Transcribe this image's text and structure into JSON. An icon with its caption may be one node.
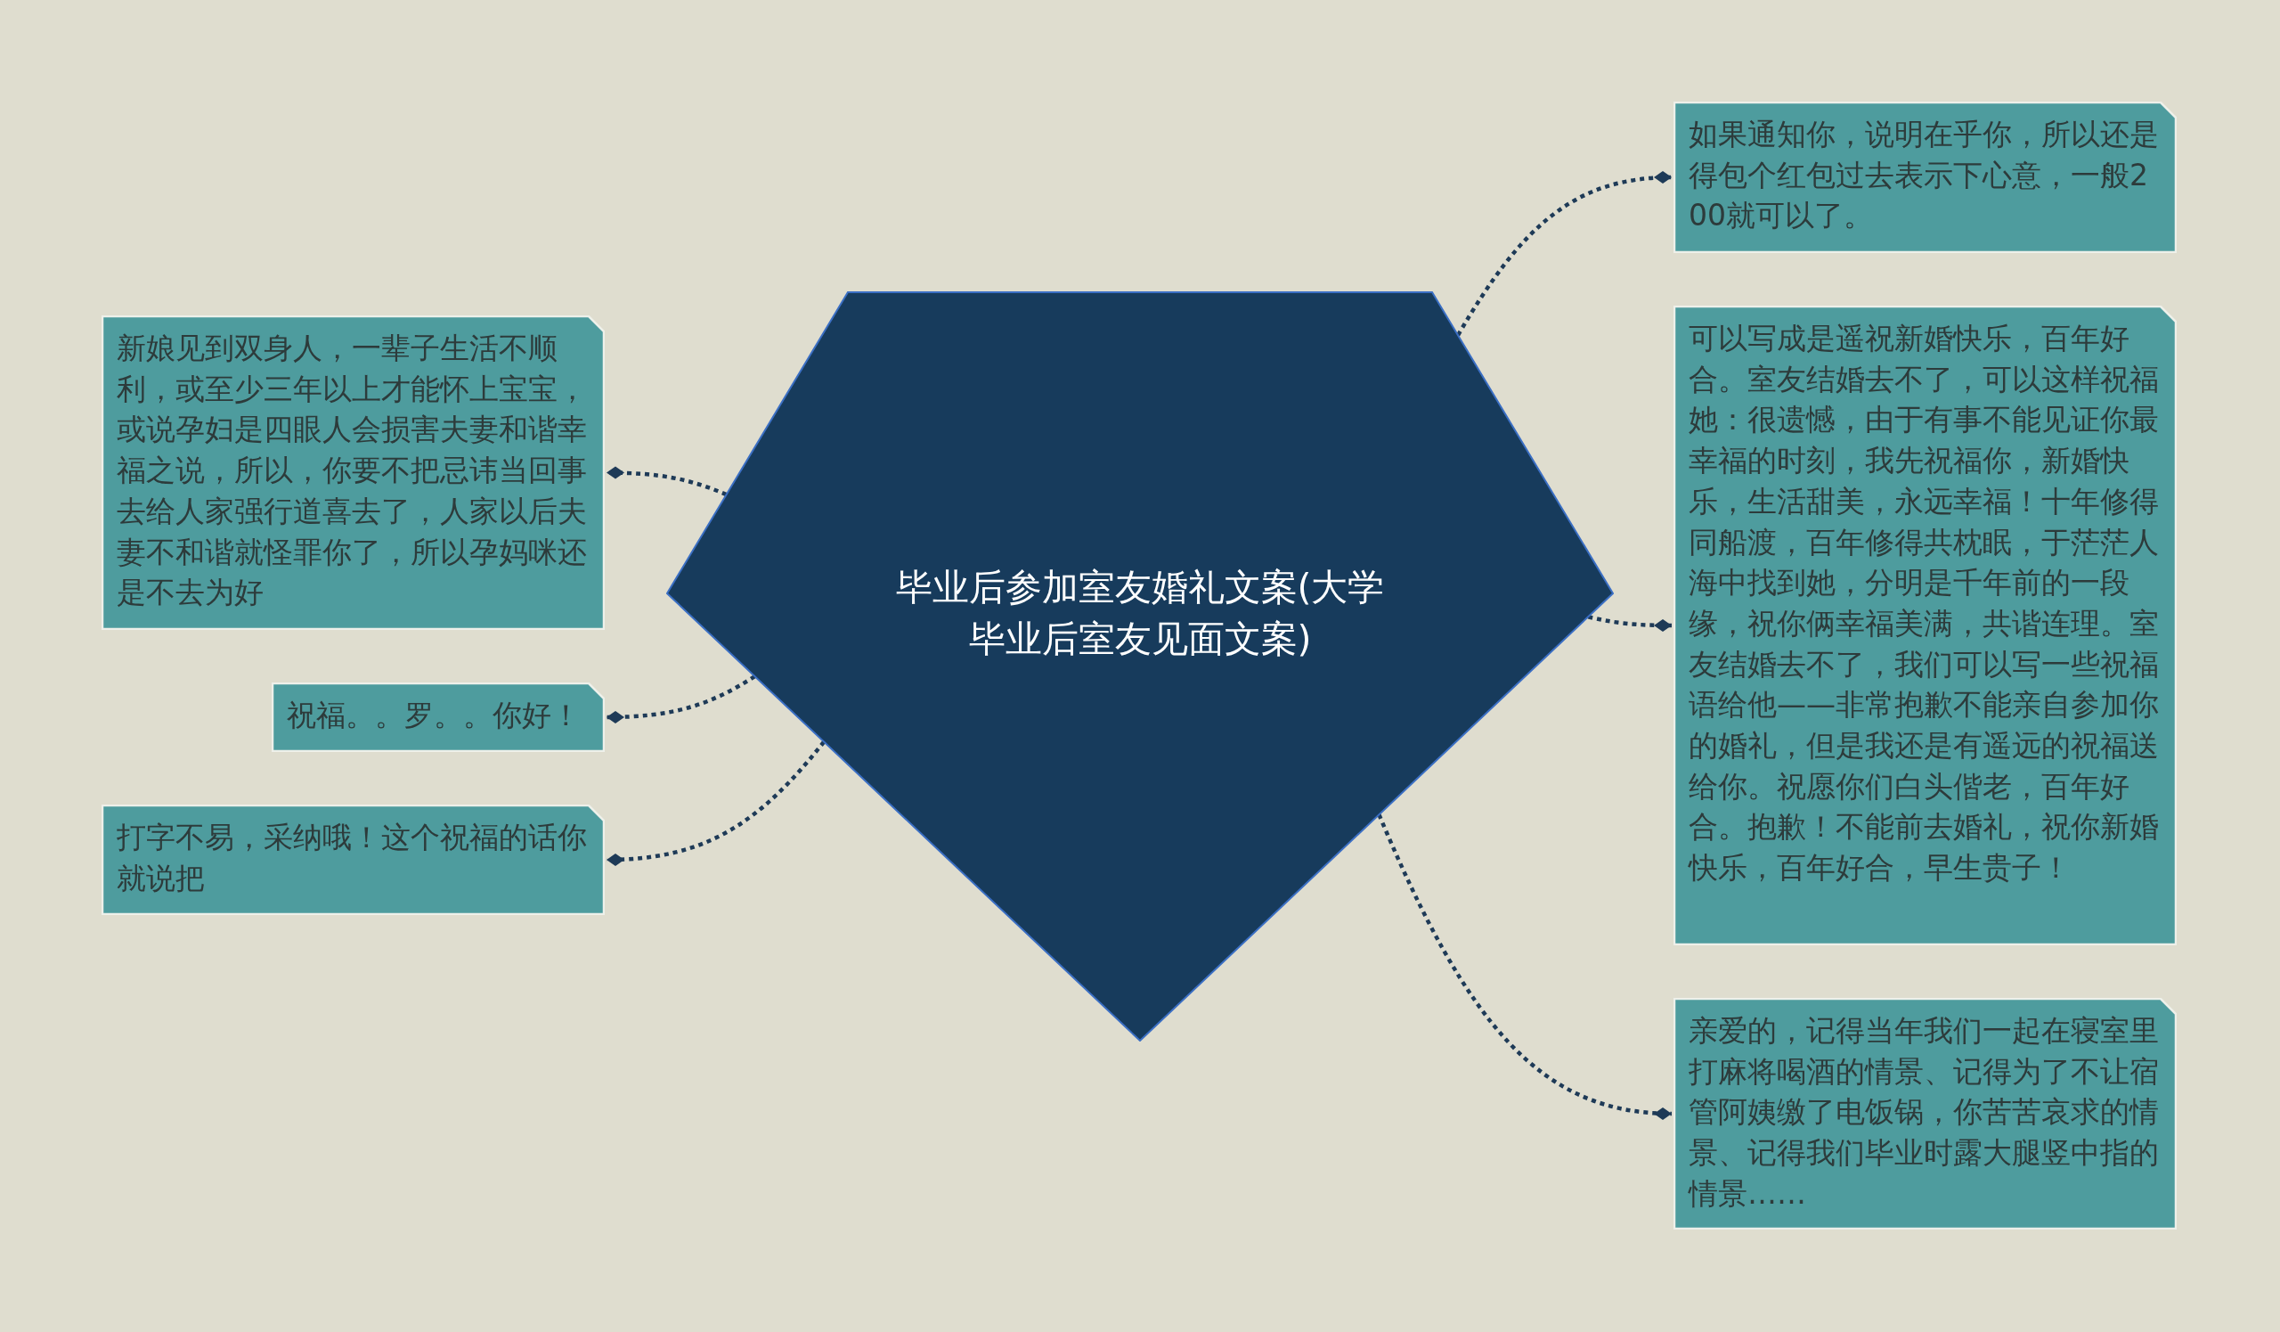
{
  "diagram": {
    "nodes": [
      {
        "text": [
          "毕业后参加室友婚礼文案(大学毕业后室友见面文案)"
        ]
      },
      {
        "text": [
          "新娘见到双身人，一辈子生活不顺利，或至少三年以上才能怀上宝宝，或说孕妇是四眼人会损害夫妻和谐幸福之说，所以，你要不把忌讳当回事去给人家强行道喜去了，人家以后夫妻不和谐就怪罪你了，所以孕妈咪还是不去为好"
        ]
      },
      {
        "text": [
          "祝福。。罗。。你好！"
        ]
      },
      {
        "text": [
          "打字不易，采纳哦！这个祝福的话你就说把"
        ]
      },
      {
        "text": [
          "如果通知你，说明在乎你，所以还是得包个红包过去表示下心意，一般200就可以了。"
        ]
      },
      {
        "text": [
          "可以写成是遥祝新婚快乐，百年好合。室友结婚去不了，可以这样祝福她：很遗憾，由于有事不能见证你最幸福的时刻，我先祝福你，新婚快乐，生活甜美，永远幸福！十年修得同船渡，百年修得共枕眠，于茫茫人海中找到她，分明是千年前的一段缘，祝你俩幸福美满，共谐连理。室友结婚去不了，我们可以写一些祝福语给他——非常抱歉不能亲自参加你的婚礼，但是我还是有遥远的祝福送给你。祝愿你们白头偕老，百年好合。抱歉！不能前去婚礼，祝你新婚快乐，百年好合，早生贵子！"
        ]
      },
      {
        "text": [
          "亲爱的，记得当年我们一起在寝室里打麻将喝酒的情景、记得为了不让宿管阿姨缴了电饭锅，你苦苦哀求的情景、记得我们毕业时露大腿竖中指的情景……"
        ]
      }
    ],
    "edges": [
      {
        "from": 0,
        "to": 1,
        "arrow": "other"
      },
      {
        "from": 0,
        "to": 2,
        "arrow": "other"
      },
      {
        "from": 0,
        "to": 3,
        "arrow": "other"
      },
      {
        "from": 0,
        "to": 4,
        "arrow": "other"
      },
      {
        "from": 0,
        "to": 5,
        "arrow": "other"
      },
      {
        "from": 0,
        "to": 6,
        "arrow": "other"
      }
    ]
  }
}
